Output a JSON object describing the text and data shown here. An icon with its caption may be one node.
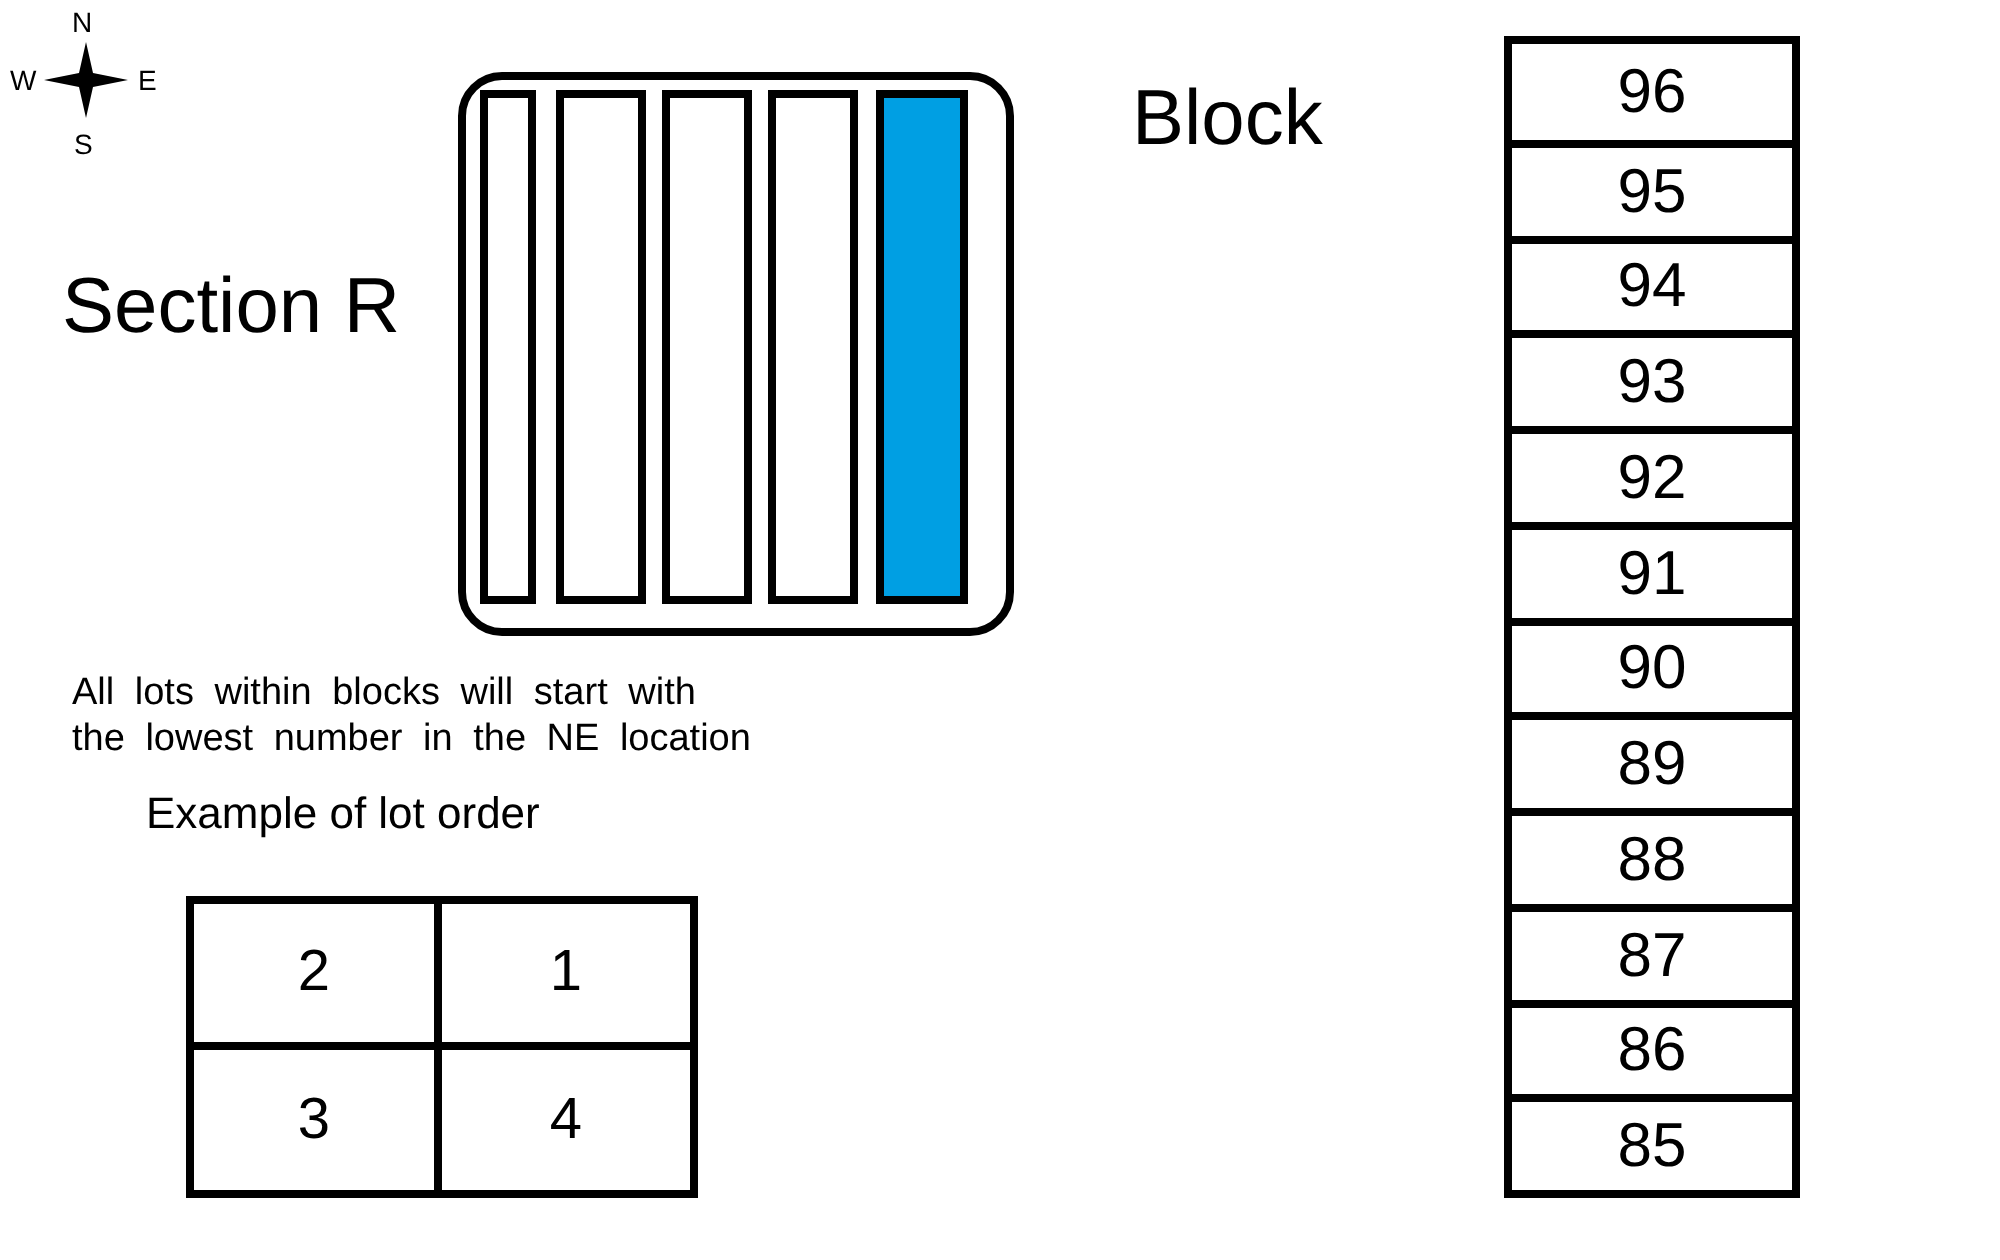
{
  "diagram": {
    "nodes": [
      {
        "text": [],
        "shape": "box",
        "beside": [
          "Section R"
        ]
      },
      {
        "text": [],
        "shape": "bar",
        "in": 0
      },
      {
        "text": [],
        "shape": "bar",
        "in": 0
      },
      {
        "text": [],
        "shape": "bar",
        "in": 0
      },
      {
        "text": [],
        "shape": "bar",
        "in": 0
      },
      {
        "text": [],
        "shape": "bar",
        "in": 0
      },
      {
        "text": [
          "Block"
        ]
      },
      {
        "text": [
          "96"
        ],
        "in": 6
      },
      {
        "text": [
          "95"
        ],
        "in": 6
      },
      {
        "text": [
          "94"
        ],
        "in": 6
      },
      {
        "text": [
          "93"
        ],
        "in": 6
      },
      {
        "text": [
          "92"
        ],
        "in": 6
      },
      {
        "text": [
          "91"
        ],
        "in": 6
      },
      {
        "text": [
          "90"
        ],
        "in": 6
      },
      {
        "text": [
          "89"
        ],
        "in": 6
      },
      {
        "text": [
          "88"
        ],
        "in": 6
      },
      {
        "text": [
          "87"
        ],
        "in": 6
      },
      {
        "text": [
          "86"
        ],
        "in": 6
      },
      {
        "text": [
          "85"
        ],
        "in": 6
      },
      {
        "text": [
          "Example of lot order"
        ]
      },
      {
        "text": [
          "2"
        ],
        "in": 19
      },
      {
        "text": [
          "1"
        ],
        "in": 19
      },
      {
        "text": [
          "3"
        ],
        "in": 19
      },
      {
        "text": [
          "4"
        ],
        "in": 19
      }
    ],
    "labels": [
      "N",
      "W",
      "E",
      "S",
      "All lots within blocks will start with the lowest number in the NE location"
    ]
  }
}
